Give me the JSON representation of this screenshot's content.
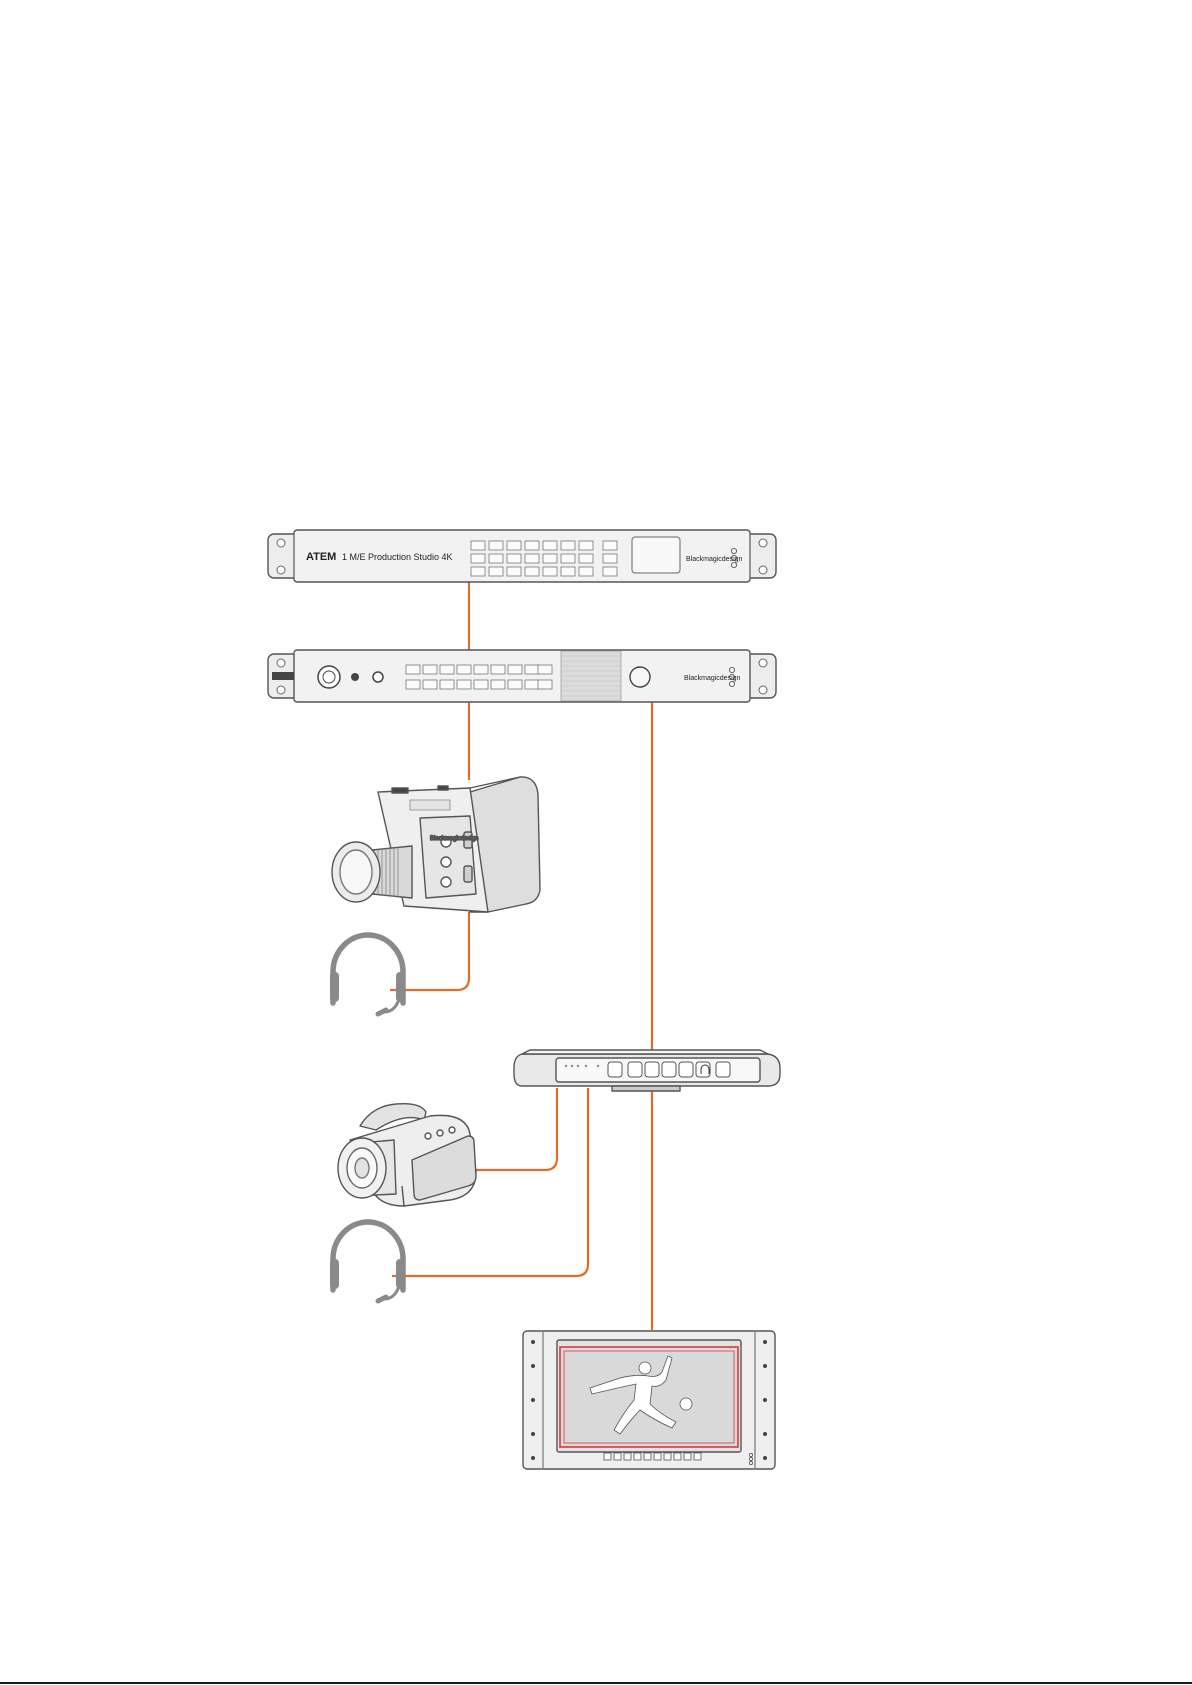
{
  "atem": {
    "brand": "ATEM",
    "model": "1 M/E Production Studio 4K",
    "logo": "Blackmagicdesign"
  },
  "converter": {
    "logo": "Blackmagicdesign"
  },
  "colors": {
    "cable": "#e06d2c",
    "device_fill": "#ededed",
    "device_stroke": "#555555",
    "monitor_outline": "#d83a3a"
  },
  "icons": [
    "rack-switcher-icon",
    "rack-talkback-converter-icon",
    "studio-camera-icon",
    "headset-icon",
    "camcorder-icon",
    "camera-converter-icon",
    "rack-monitor-icon",
    "football-player-icon"
  ]
}
